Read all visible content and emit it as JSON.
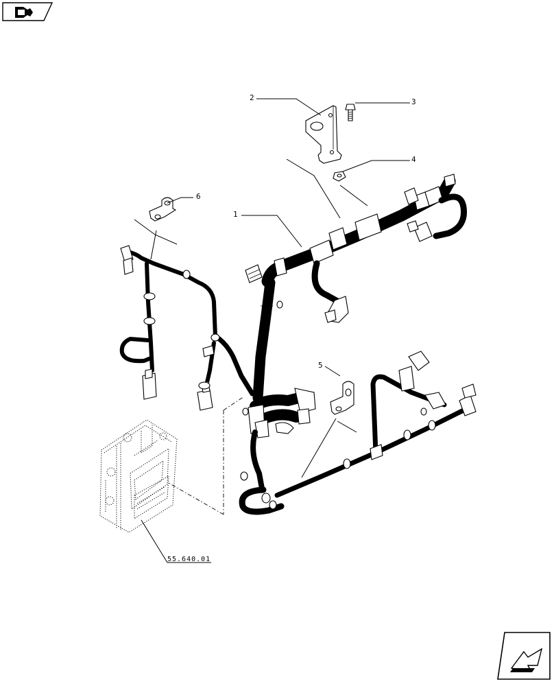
{
  "callouts": {
    "c1": "1",
    "c2": "2",
    "c3": "3",
    "c4": "4",
    "c5": "5",
    "c6": "6"
  },
  "reference": {
    "ecu_ref": "55.640.01"
  },
  "icons": {
    "top_left": "book-arrow-icon",
    "bottom_right": "next-page-arrow-icon"
  }
}
